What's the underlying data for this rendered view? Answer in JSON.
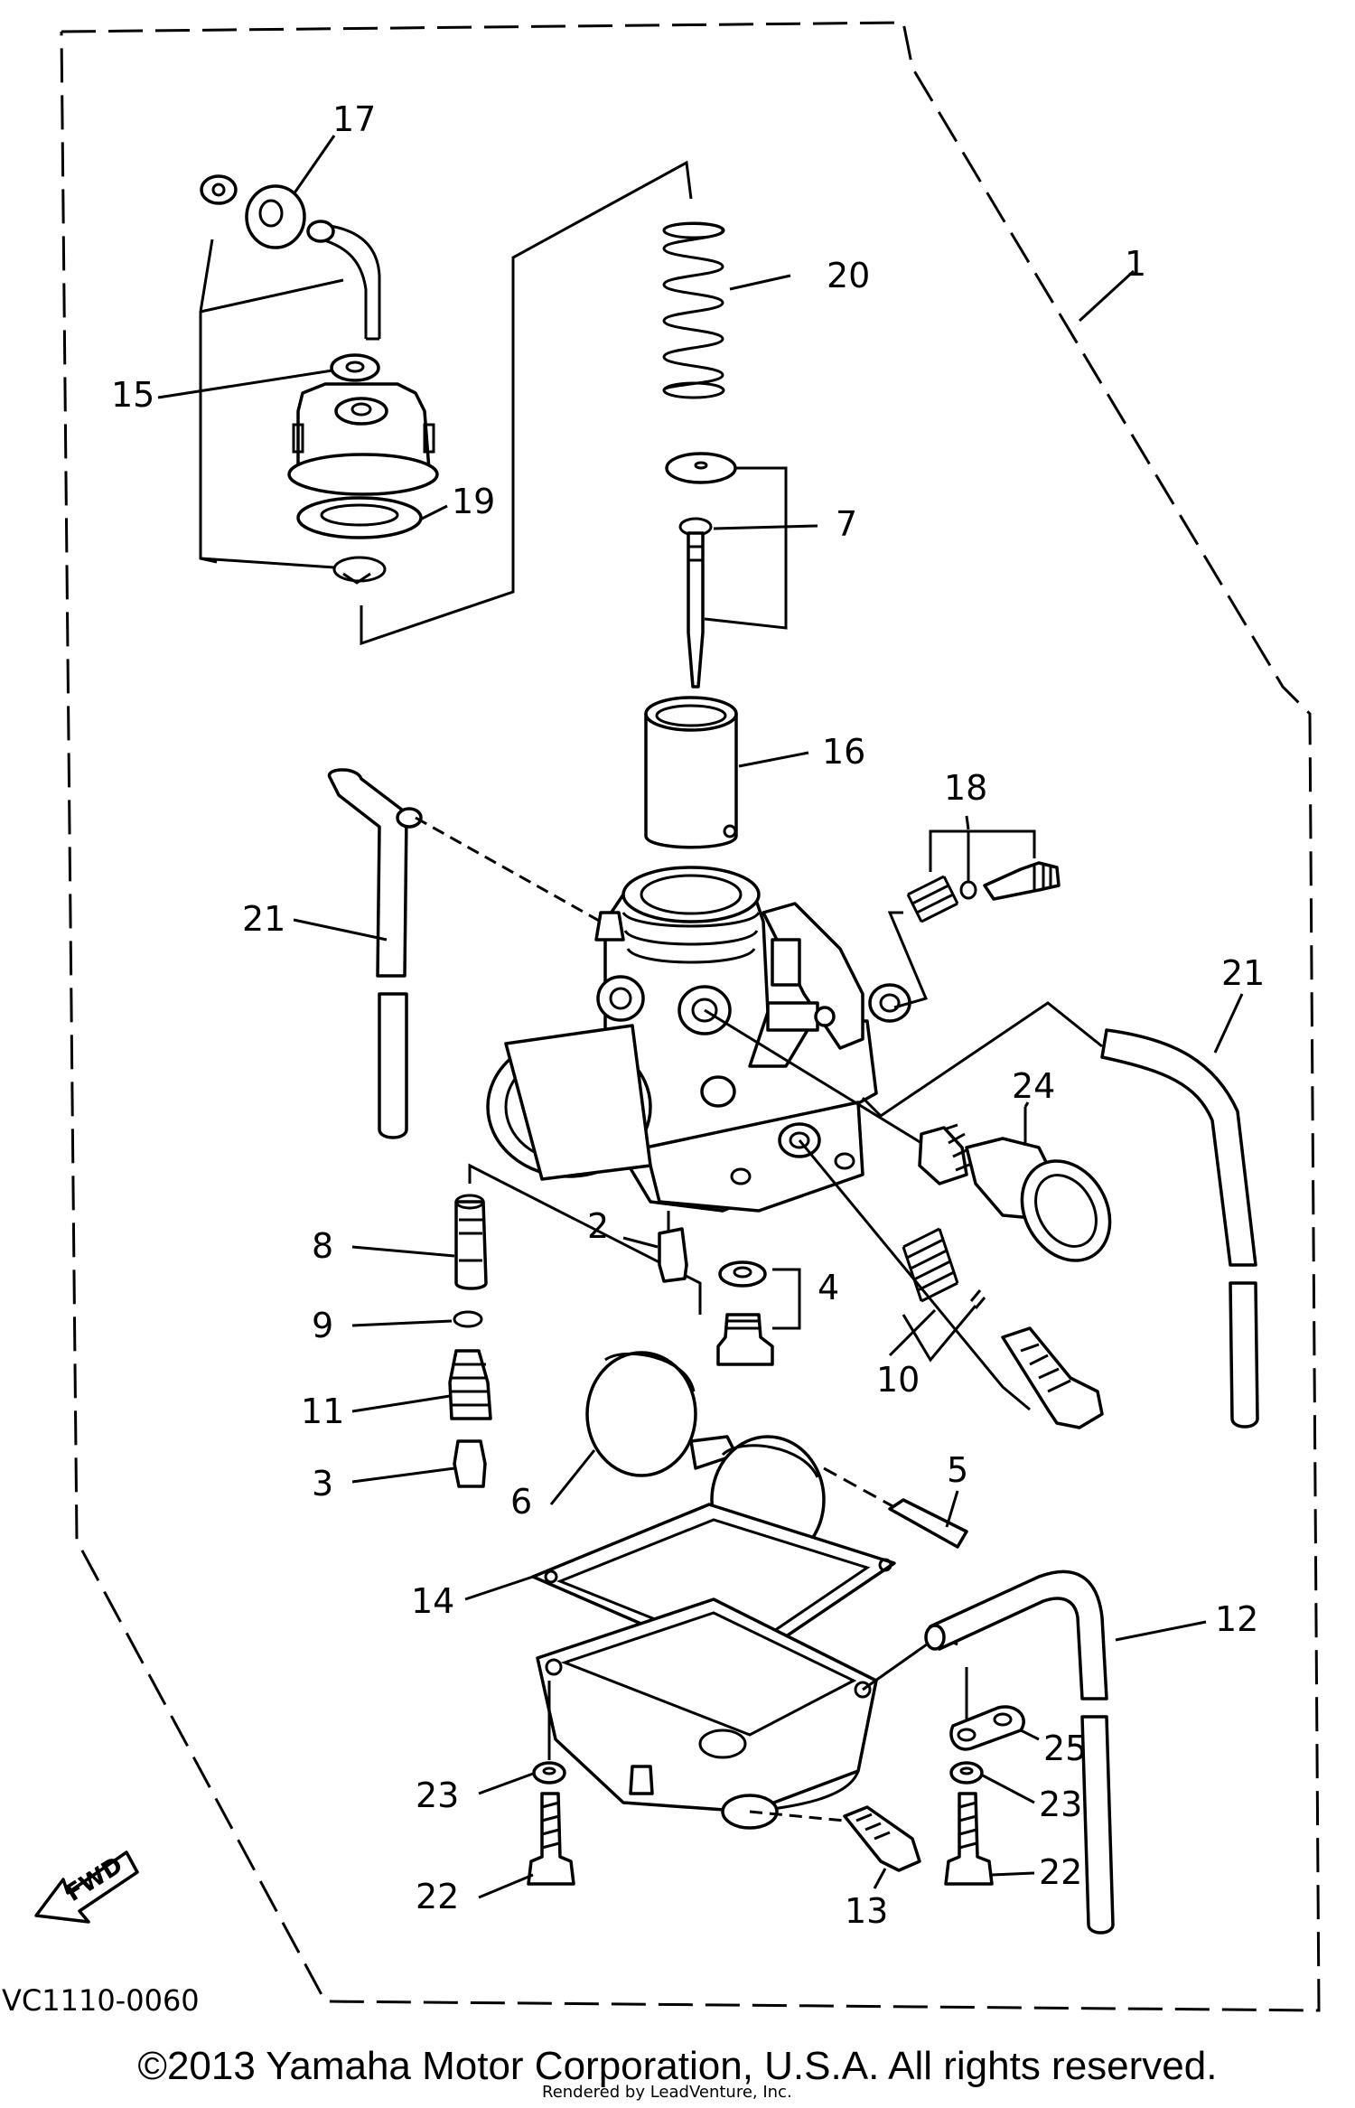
{
  "diagram": {
    "parts": [
      {
        "id": "1",
        "label": "1"
      },
      {
        "id": "2",
        "label": "2"
      },
      {
        "id": "3",
        "label": "3"
      },
      {
        "id": "4",
        "label": "4"
      },
      {
        "id": "5",
        "label": "5"
      },
      {
        "id": "6",
        "label": "6"
      },
      {
        "id": "7",
        "label": "7"
      },
      {
        "id": "8",
        "label": "8"
      },
      {
        "id": "9",
        "label": "9"
      },
      {
        "id": "10",
        "label": "10"
      },
      {
        "id": "11",
        "label": "11"
      },
      {
        "id": "12",
        "label": "12"
      },
      {
        "id": "13",
        "label": "13"
      },
      {
        "id": "14",
        "label": "14"
      },
      {
        "id": "15",
        "label": "15"
      },
      {
        "id": "16",
        "label": "16"
      },
      {
        "id": "17",
        "label": "17"
      },
      {
        "id": "18",
        "label": "18"
      },
      {
        "id": "19",
        "label": "19"
      },
      {
        "id": "20",
        "label": "20"
      },
      {
        "id": "21",
        "label": "21"
      },
      {
        "id": "21b",
        "label": "21"
      },
      {
        "id": "22",
        "label": "22"
      },
      {
        "id": "22b",
        "label": "22"
      },
      {
        "id": "23",
        "label": "23"
      },
      {
        "id": "23b",
        "label": "23"
      },
      {
        "id": "24",
        "label": "24"
      },
      {
        "id": "25",
        "label": "25"
      }
    ],
    "fwd_label": "FWD",
    "figure_code": "VC1110-0060"
  },
  "footer": {
    "copyright": "©2013 Yamaha Motor Corporation, U.S.A. All rights reserved.",
    "rendered_by": "Rendered by LeadVenture, Inc."
  }
}
